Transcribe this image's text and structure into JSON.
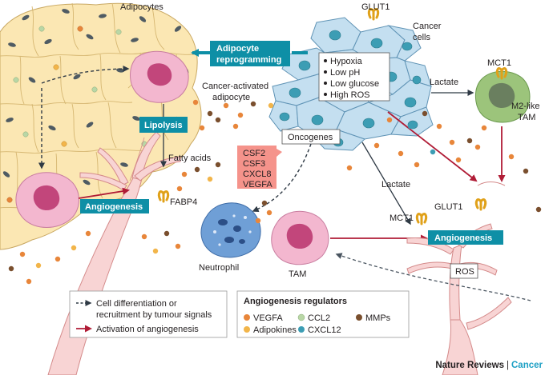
{
  "labels": {
    "adipocytes": "Adipocytes",
    "glut1_top": "GLUT1",
    "cancer_cells_1": "Cancer",
    "cancer_cells_2": "cells",
    "hypoxia_items": [
      "Hypoxia",
      "Low pH",
      "Low glucose",
      "High ROS"
    ],
    "cancer_activated_1": "Cancer-activated",
    "cancer_activated_2": "adipocyte",
    "lactate_top": "Lactate",
    "mct1_top": "MCT1",
    "m2_1": "M2-like",
    "m2_2": "TAM",
    "oncogenes": "Oncogenes",
    "fatty_acids": "Fatty acids",
    "fabp4": "FABP4",
    "cytokines": [
      "CSF2",
      "CSF3",
      "CXCL8",
      "VEGFA"
    ],
    "lactate_mid": "Lactate",
    "glut1_mid": "GLUT1",
    "mct1_mid": "MCT1",
    "neutrophil": "Neutrophil",
    "tam": "TAM",
    "ros": "ROS"
  },
  "teal_boxes": {
    "adipocyte_reprogramming_1": "Adipocyte",
    "adipocyte_reprogramming_2": "reprogramming",
    "lipolysis": "Lipolysis",
    "angiogenesis_left": "Angiogenesis",
    "angiogenesis_right": "Angiogenesis"
  },
  "legend": {
    "arrows": [
      {
        "line1": "Cell differentiation or",
        "line2": "recruitment by tumour signals",
        "style": "dashed",
        "color": "#231f20"
      },
      {
        "line1": "Activation of angiogenesis",
        "line2": "",
        "style": "solid",
        "color": "#b01c36"
      }
    ],
    "regulators_title": "Angiogenesis regulators",
    "regulators": [
      {
        "name": "VEGFA",
        "color": "#e8863a"
      },
      {
        "name": "CCL2",
        "color": "#b9d7a6"
      },
      {
        "name": "MMPs",
        "color": "#7a4f2e"
      },
      {
        "name": "Adipokines",
        "color": "#f2b54a"
      },
      {
        "name": "CXCL12",
        "color": "#3c9db4"
      }
    ]
  },
  "credit": {
    "journal": "Nature Reviews",
    "separator": "|",
    "subject": "Cancer"
  },
  "colors": {
    "teal_box": "#0e8fa6",
    "angiogenesis_arrow": "#b01c36",
    "dashed_arrow": "#231f20",
    "adipocyte_fill": "#fbe7b3",
    "cancer_cell_fill": "#c4dff0",
    "cytokine_box": "#f5938b",
    "vessel_fill": "#f8d4d4",
    "tam_fill": "#f3b7cf",
    "neutrophil_fill": "#6f9fd6",
    "m2_tam_fill": "#9cc47b"
  }
}
